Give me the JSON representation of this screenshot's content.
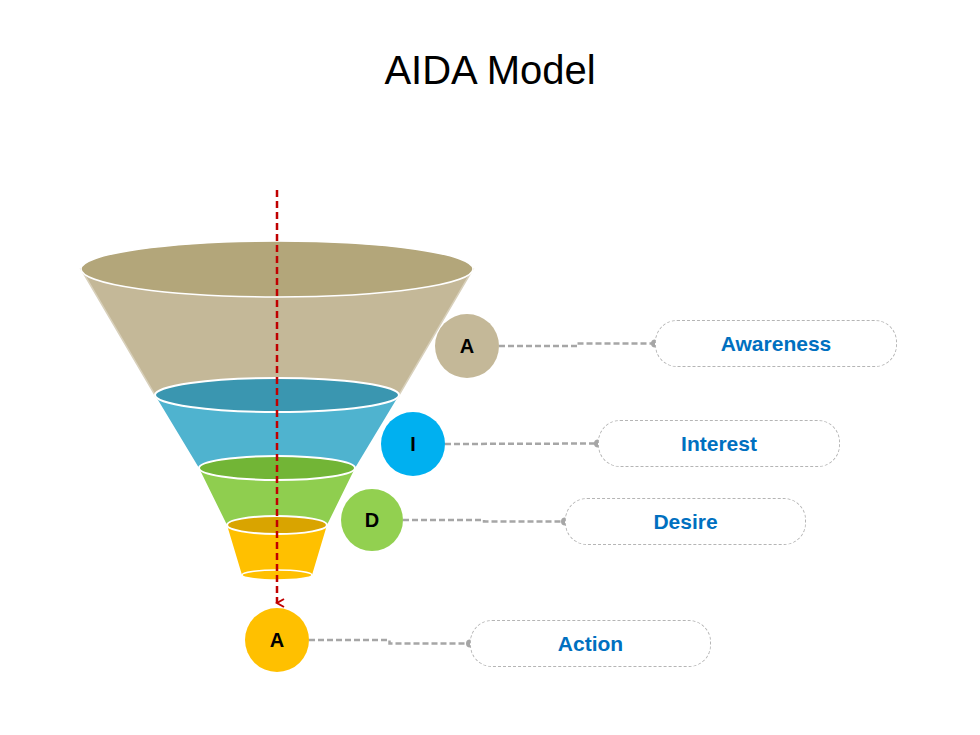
{
  "diagram": {
    "title": "AIDA Model",
    "nodes": [
      {
        "text": [
          "A"
        ]
      },
      {
        "text": [
          "Awareness"
        ]
      },
      {
        "text": [
          "I"
        ]
      },
      {
        "text": [
          "Interest"
        ]
      },
      {
        "text": [
          "D"
        ]
      },
      {
        "text": [
          "Desire"
        ]
      },
      {
        "text": [
          "A"
        ]
      },
      {
        "text": [
          "Action"
        ]
      }
    ],
    "edges": [
      {
        "from": 0,
        "to": 1,
        "arrow": "none"
      },
      {
        "from": 2,
        "to": 3,
        "arrow": "none"
      },
      {
        "from": 4,
        "to": 5,
        "arrow": "none"
      },
      {
        "from": 6,
        "to": 7,
        "arrow": "none"
      }
    ]
  }
}
